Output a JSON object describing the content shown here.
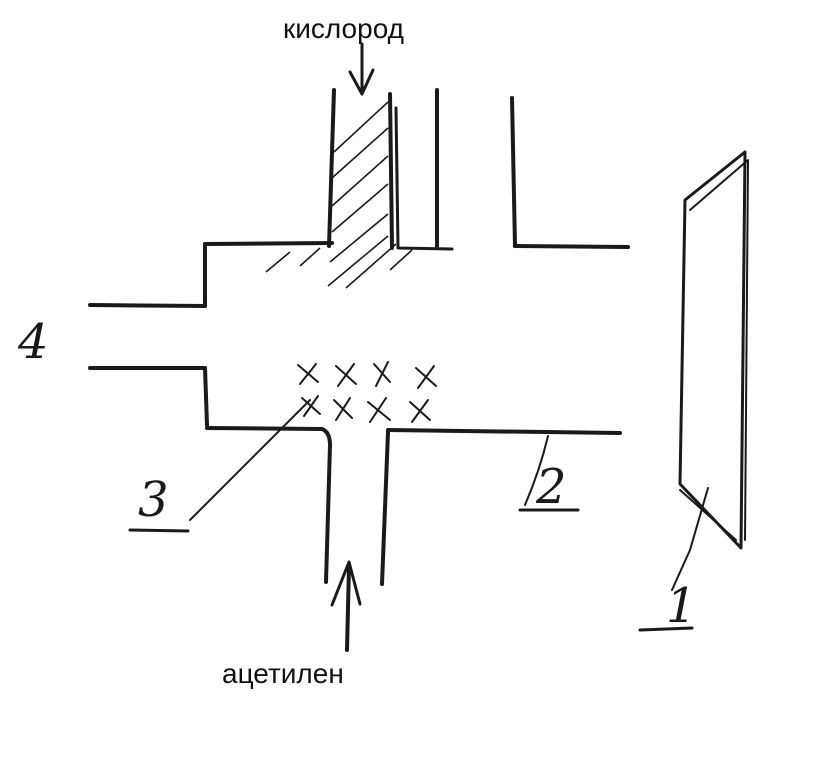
{
  "labels": {
    "oxygen": "кислород",
    "acetylene": "ацетилен"
  },
  "callouts": {
    "one": "1",
    "two": "2",
    "three": "3",
    "four": "4"
  },
  "colors": {
    "ink": "#1a1a1a",
    "background": "#ffffff"
  }
}
